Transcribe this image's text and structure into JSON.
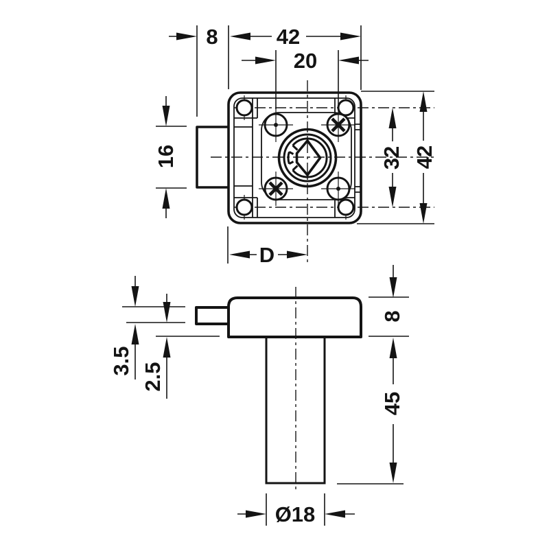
{
  "drawing": {
    "dims": {
      "latch_protrusion": "8",
      "body_width": "42",
      "screw_spacing_h": "20",
      "latch_height": "16",
      "hole_spacing_v": "32",
      "body_height": "42",
      "backset": "D",
      "plate_thickness": "8",
      "latch_thickness": "3.5",
      "latch_offset": "2.5",
      "cylinder_length": "45",
      "cylinder_diameter": "Ø18"
    }
  }
}
